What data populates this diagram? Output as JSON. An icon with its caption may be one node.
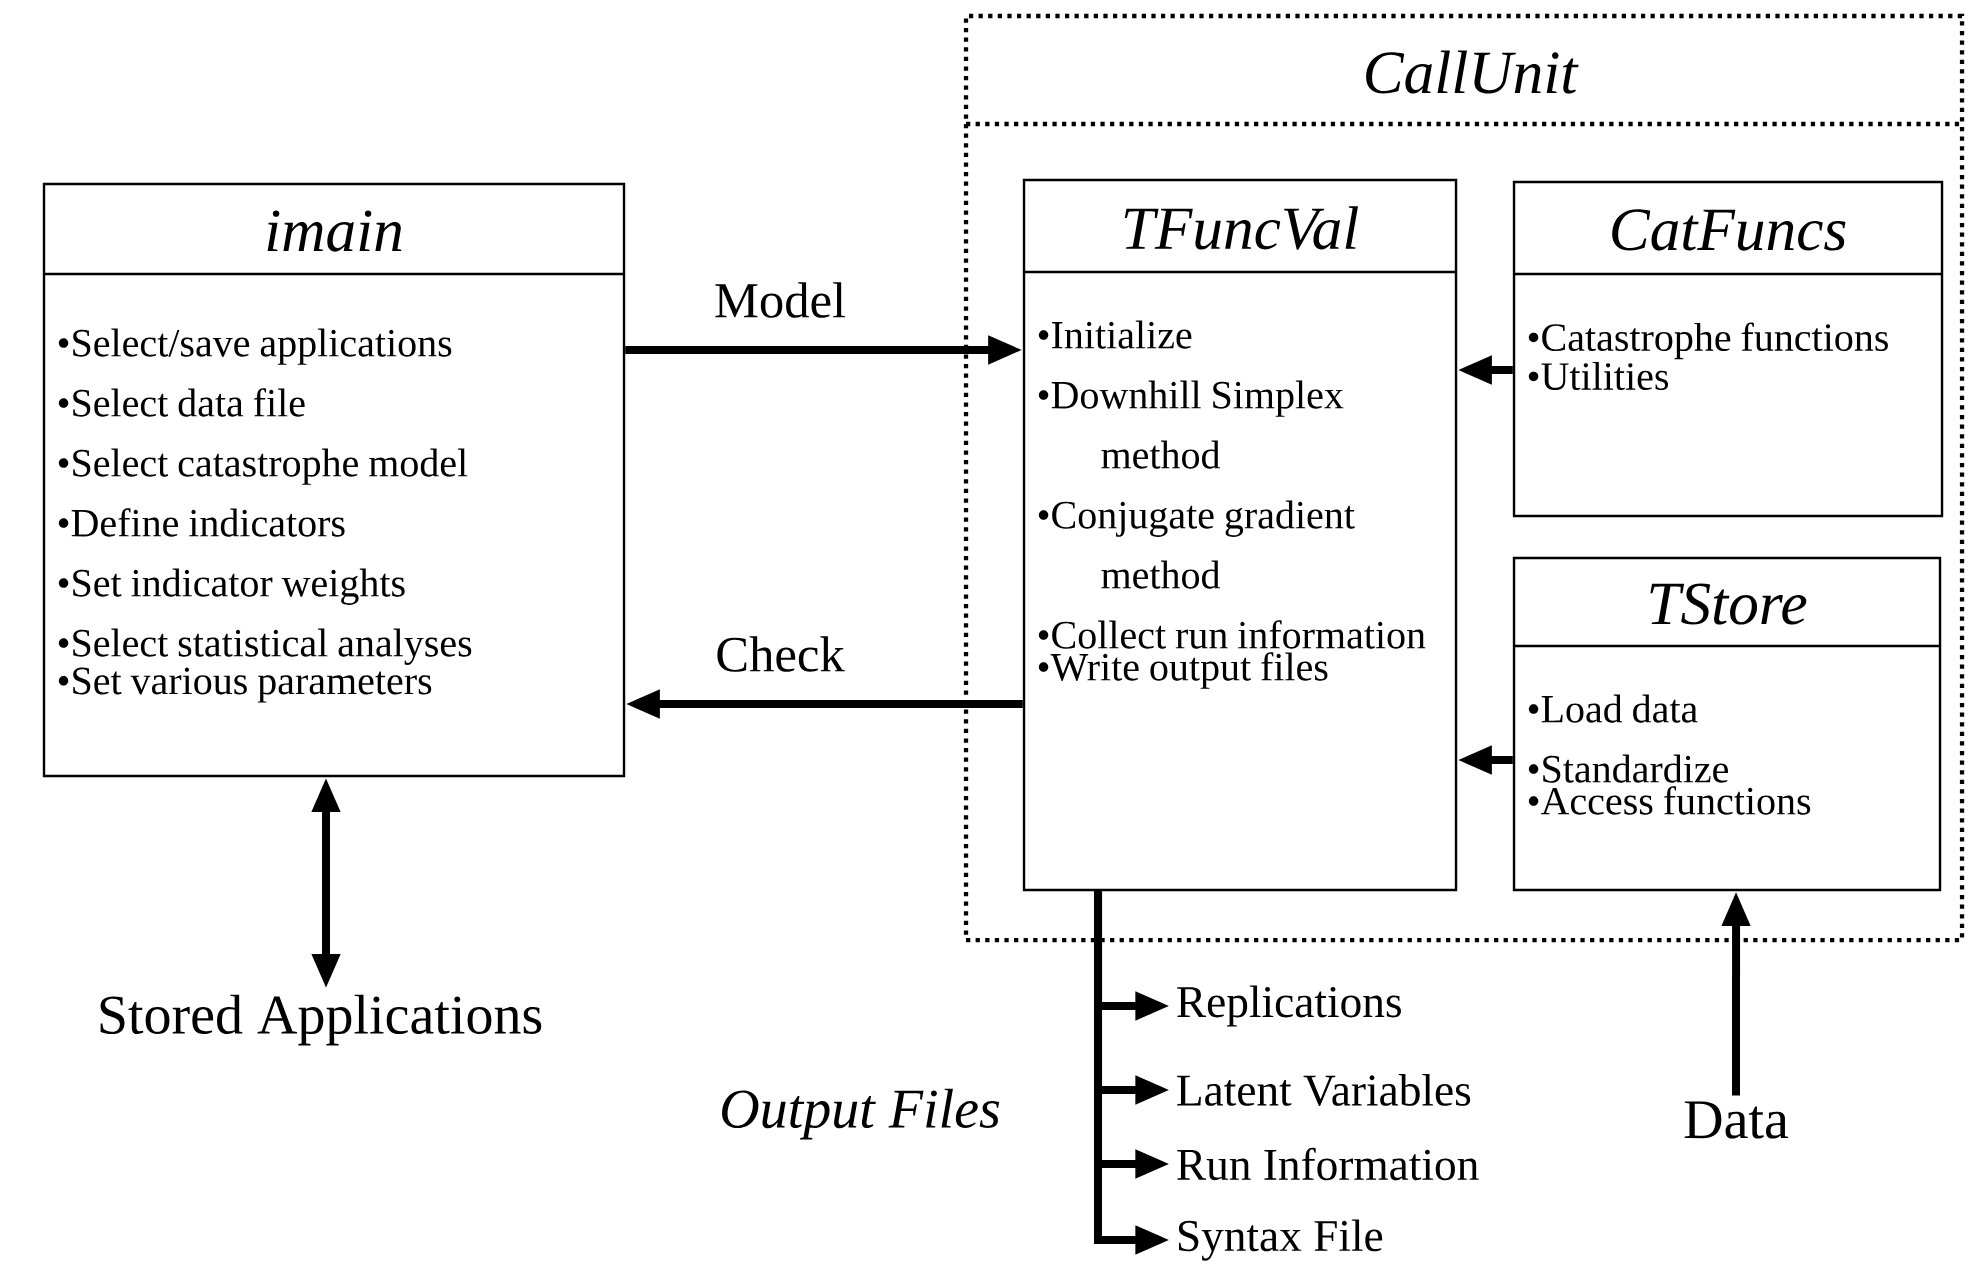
{
  "diagram": {
    "nodes": [
      {
        "text": [
          "CallUnit"
        ]
      },
      {
        "text": [
          "imain",
          "•Select/save applications",
          "•Select data file",
          "•Select catastrophe model",
          "•Define indicators",
          "•Set indicator weights",
          "•Select statistical analyses",
          "•Set various parameters"
        ]
      },
      {
        "text": [
          "TFuncVal",
          "•Initialize",
          "•Downhill Simplex method",
          "•Conjugate gradient method",
          "•Collect run information",
          "•Write output files"
        ],
        "in": 0
      },
      {
        "text": [
          "CatFuncs",
          "•Catastrophe functions",
          "•Utilities"
        ],
        "in": 0
      },
      {
        "text": [
          "TStore",
          "•Load data",
          "•Standardize",
          "•Access functions"
        ],
        "in": 0
      },
      {
        "text": [
          "Stored Applications"
        ]
      },
      {
        "text": [
          "Replications"
        ]
      },
      {
        "text": [
          "Latent Variables"
        ]
      },
      {
        "text": [
          "Run Information"
        ]
      },
      {
        "text": [
          "Syntax File"
        ]
      },
      {
        "text": [
          "Data"
        ]
      }
    ],
    "edges": [
      {
        "from": 1,
        "to": 2,
        "arrow": "to",
        "label": "Model"
      },
      {
        "from": 2,
        "to": 1,
        "arrow": "to",
        "label": "Check"
      },
      {
        "from": 3,
        "to": 2,
        "arrow": "to"
      },
      {
        "from": 4,
        "to": 2,
        "arrow": "to"
      },
      {
        "from": 1,
        "to": 5,
        "arrow": "both"
      },
      {
        "from": 2,
        "to": 6,
        "arrow": "to"
      },
      {
        "from": 2,
        "to": 7,
        "arrow": "to"
      },
      {
        "from": 2,
        "to": 8,
        "arrow": "to"
      },
      {
        "from": 2,
        "to": 9,
        "arrow": "to"
      },
      {
        "from": 10,
        "to": 4,
        "arrow": "to"
      }
    ],
    "labels": [
      "Output Files"
    ]
  }
}
